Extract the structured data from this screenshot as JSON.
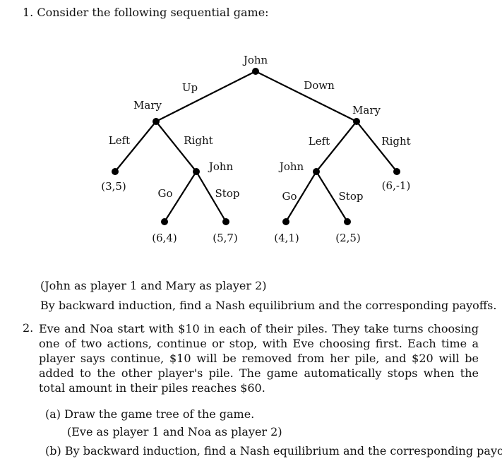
{
  "q1": {
    "number": "1.",
    "intro": "Consider the following sequential game:",
    "tree": {
      "root_label": "John",
      "up_label": "Up",
      "down_label": "Down",
      "mary_left_label": "Mary",
      "mary_right_label": "Mary",
      "left_left": "Left",
      "left_right": "Right",
      "right_left": "Left",
      "right_right": "Right",
      "john_left": "John",
      "john_right": "John",
      "go_left": "Go",
      "stop_left": "Stop",
      "go_right": "Go",
      "stop_right": "Stop",
      "payoff_1": "(3,5)",
      "payoff_2": "(6,4)",
      "payoff_3": "(5,7)",
      "payoff_4": "(4,1)",
      "payoff_5": "(2,5)",
      "payoff_6": "(6,-1)"
    },
    "players_note": "(John as player 1 and Mary as player 2)",
    "task": "By backward induction, find a Nash equilibrium and the corresponding payoffs."
  },
  "q2": {
    "number": "2.",
    "text": "Eve and Noa start with $10 in each of their piles. They take turns choosing one of two actions, continue or stop, with Eve choosing first. Each time a player says continue, $10 will be removed from her pile, and $20 will be added to the other player's pile. The game automatically stops when the total amount in their piles reaches $60.",
    "part_a_label": "(a)",
    "part_a": "Draw the game tree of the game.",
    "part_a_note": "(Eve as player 1 and Noa as player 2)",
    "part_b_label": "(b)",
    "part_b": "By backward induction, find a Nash equilibrium and the corresponding payoffs."
  }
}
